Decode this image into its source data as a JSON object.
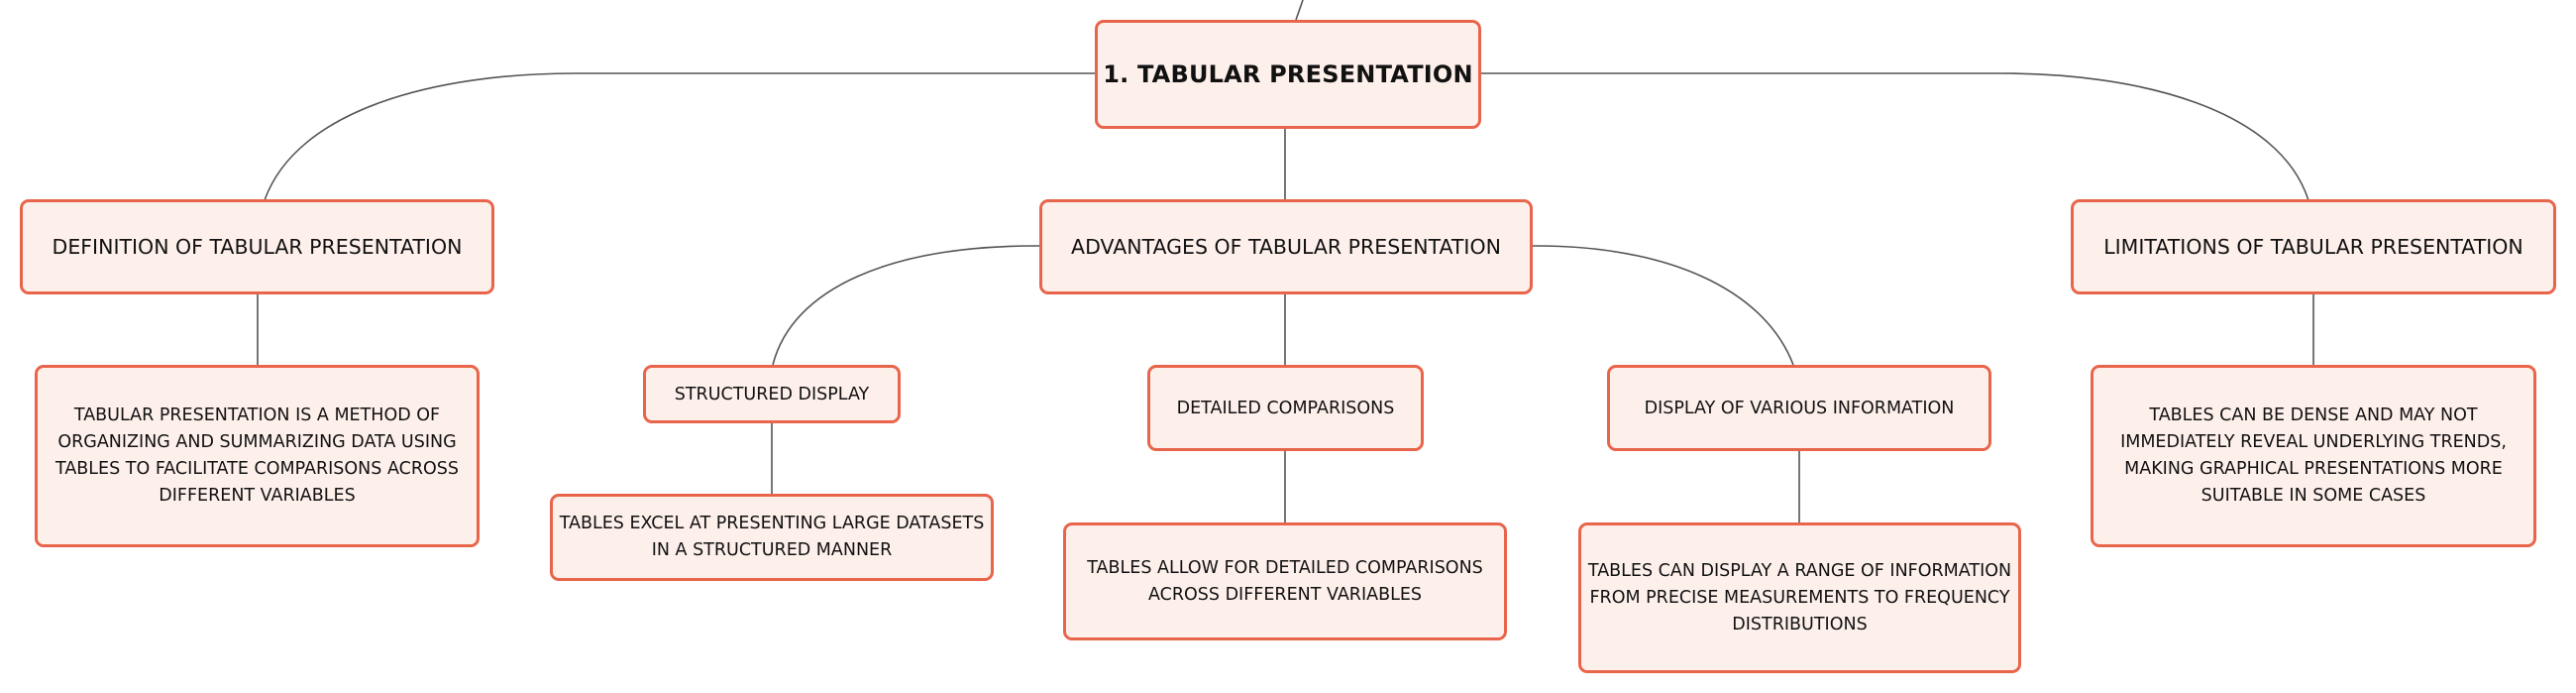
{
  "colors": {
    "node_fill": "#fdf0eb",
    "node_border": "#e8654b",
    "connector": "#555555",
    "text": "#111111"
  },
  "root": {
    "label": "1. TABULAR PRESENTATION"
  },
  "definition": {
    "label": "DEFINITION OF TABULAR PRESENTATION",
    "text": "TABULAR PRESENTATION IS A METHOD OF ORGANIZING AND SUMMARIZING DATA USING TABLES TO FACILITATE COMPARISONS ACROSS DIFFERENT VARIABLES"
  },
  "advantages": {
    "label": "ADVANTAGES OF TABULAR PRESENTATION",
    "structured": {
      "label": "STRUCTURED DISPLAY",
      "text": "TABLES EXCEL AT PRESENTING LARGE DATASETS IN A STRUCTURED MANNER"
    },
    "comparisons": {
      "label": "DETAILED COMPARISONS",
      "text": "TABLES ALLOW FOR DETAILED COMPARISONS ACROSS DIFFERENT VARIABLES"
    },
    "various": {
      "label": "DISPLAY OF VARIOUS INFORMATION",
      "text": "TABLES CAN DISPLAY A RANGE OF INFORMATION FROM PRECISE MEASUREMENTS TO FREQUENCY DISTRIBUTIONS"
    }
  },
  "limitations": {
    "label": "LIMITATIONS OF TABULAR PRESENTATION",
    "text": "TABLES CAN BE DENSE AND MAY NOT IMMEDIATELY REVEAL UNDERLYING TRENDS, MAKING GRAPHICAL PRESENTATIONS MORE SUITABLE IN SOME CASES"
  }
}
